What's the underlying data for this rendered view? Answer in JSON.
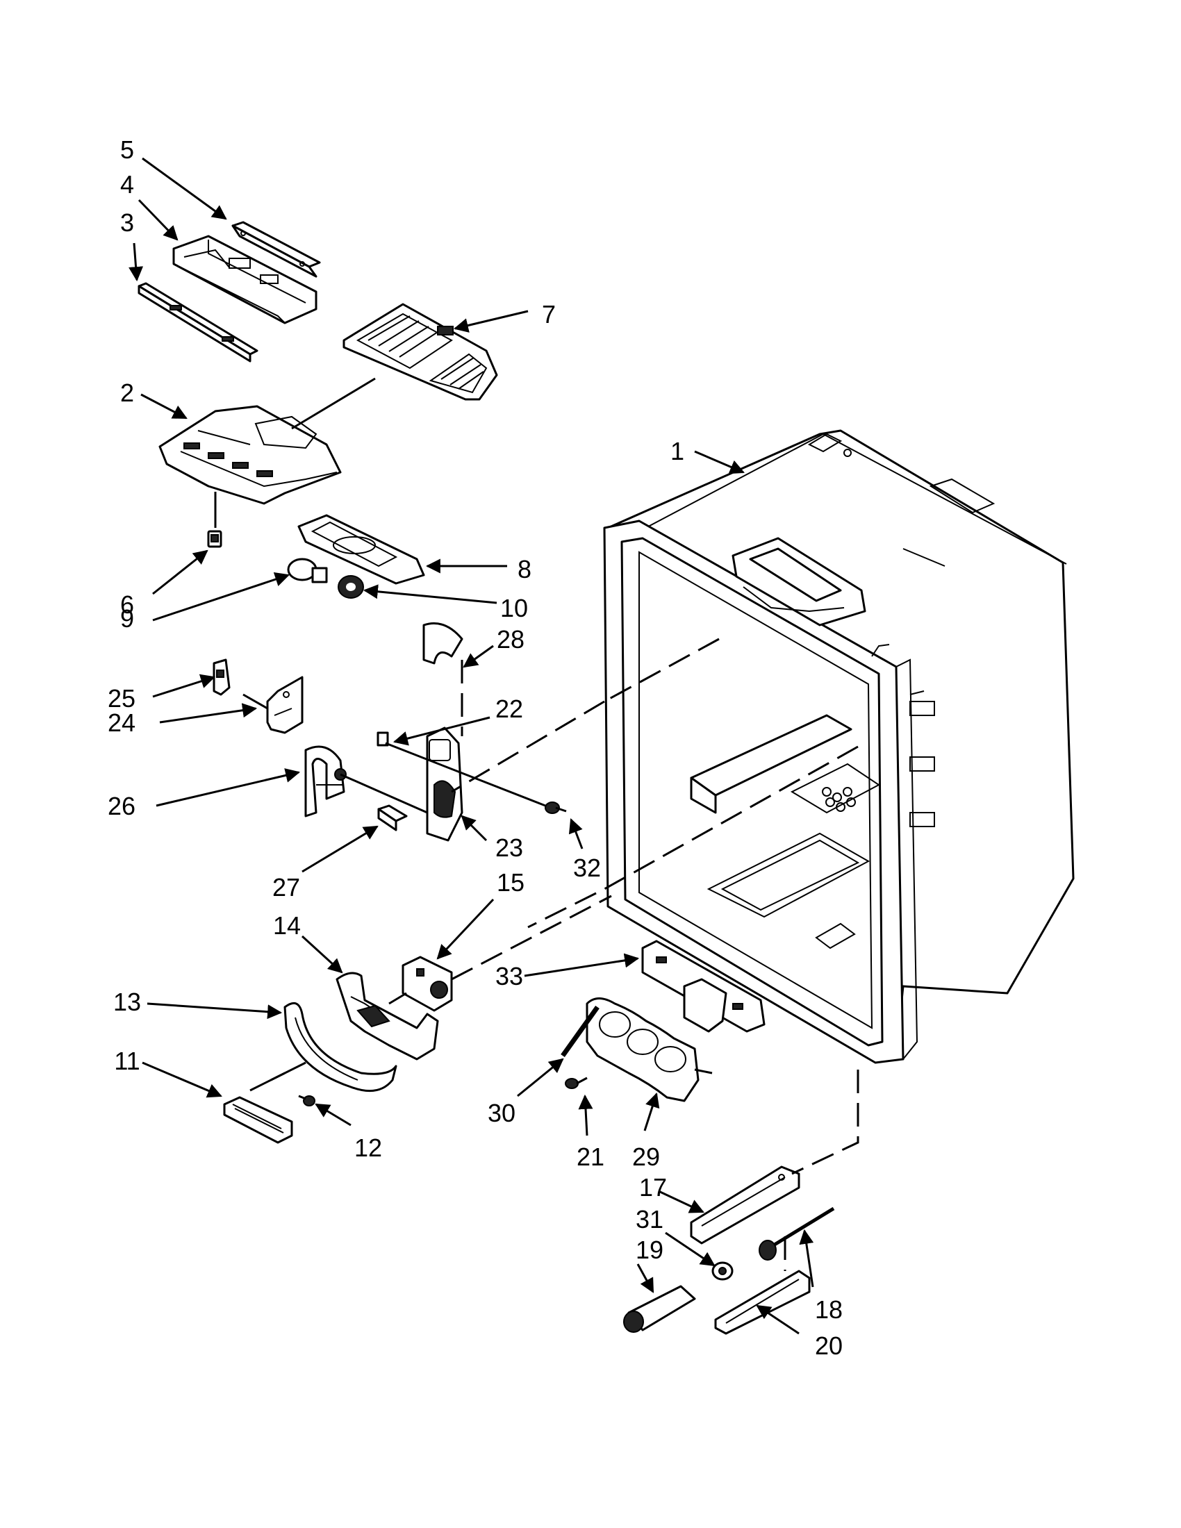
{
  "diagram": {
    "callouts": [
      {
        "id": "1",
        "label": "1"
      },
      {
        "id": "2",
        "label": "2"
      },
      {
        "id": "3",
        "label": "3"
      },
      {
        "id": "4",
        "label": "4"
      },
      {
        "id": "5",
        "label": "5"
      },
      {
        "id": "6",
        "label": "6"
      },
      {
        "id": "7",
        "label": "7"
      },
      {
        "id": "8",
        "label": "8"
      },
      {
        "id": "9",
        "label": "9"
      },
      {
        "id": "10",
        "label": "10"
      },
      {
        "id": "11",
        "label": "11"
      },
      {
        "id": "12",
        "label": "12"
      },
      {
        "id": "13",
        "label": "13"
      },
      {
        "id": "14",
        "label": "14"
      },
      {
        "id": "15",
        "label": "15"
      },
      {
        "id": "17",
        "label": "17"
      },
      {
        "id": "18",
        "label": "18"
      },
      {
        "id": "19",
        "label": "19"
      },
      {
        "id": "20",
        "label": "20"
      },
      {
        "id": "21",
        "label": "21"
      },
      {
        "id": "22",
        "label": "22"
      },
      {
        "id": "23",
        "label": "23"
      },
      {
        "id": "24",
        "label": "24"
      },
      {
        "id": "25",
        "label": "25"
      },
      {
        "id": "26",
        "label": "26"
      },
      {
        "id": "27",
        "label": "27"
      },
      {
        "id": "28",
        "label": "28"
      },
      {
        "id": "29",
        "label": "29"
      },
      {
        "id": "30",
        "label": "30"
      },
      {
        "id": "31",
        "label": "31"
      },
      {
        "id": "32",
        "label": "32"
      },
      {
        "id": "33",
        "label": "33"
      }
    ]
  }
}
